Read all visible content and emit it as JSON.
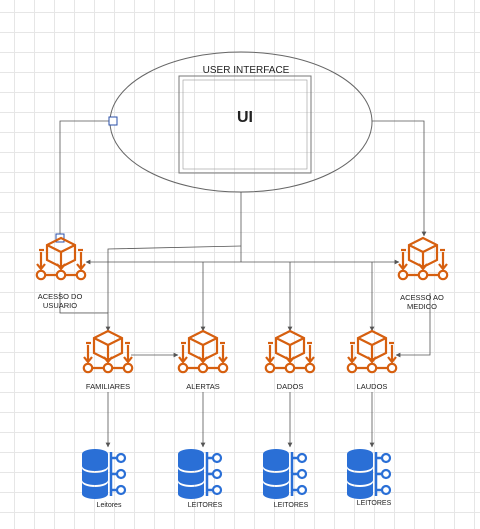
{
  "colors": {
    "node_orange": "#d65f0f",
    "db_blue": "#2a6fd6",
    "line": "#555555",
    "box": "#666666"
  },
  "diagram": {
    "ellipse_title": "USER INTERFACE",
    "ui_label": "UI",
    "nodes": {
      "acesso_usuario": [
        "ACESSO DO",
        "USUARIO"
      ],
      "acesso_medico": [
        "ACESSO AO",
        "MEDICO"
      ],
      "familiares": "FAMILIARES",
      "alertas": "ALERTAS",
      "dados": "DADOS",
      "laudos": "LAUDOS"
    },
    "databases": [
      "Leitores",
      "LEITORES",
      "LEITORES",
      "LEITORES"
    ]
  }
}
